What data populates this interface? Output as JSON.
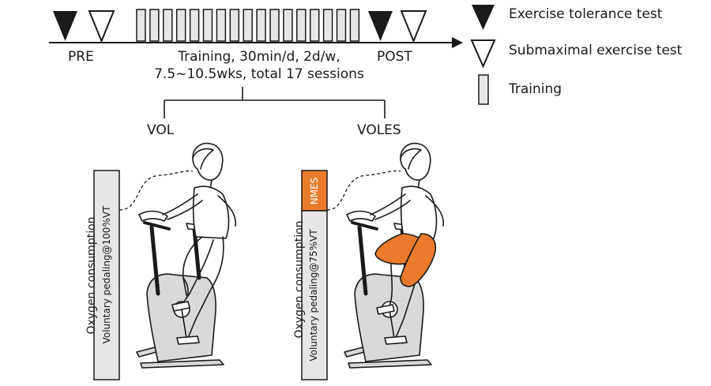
{
  "timeline": {
    "pre_label": "PRE",
    "post_label": "POST",
    "training_caption_line1": "Training, 30min/d, 2d/w,",
    "training_caption_line2": "7.5~10.5wks, total 17 sessions"
  },
  "legend": {
    "exercise_tolerance": "Exercise tolerance test",
    "submaximal": "Submaximal exercise test",
    "training": "Training"
  },
  "groups": {
    "vol": {
      "label": "VOL",
      "oxygen_label": "Oxygen consumption",
      "bar_label": "Voluntary  pedaling@100%VT"
    },
    "voles": {
      "label": "VOLES",
      "oxygen_label": "Oxygen consumption",
      "bar_label": "Voluntary  pedaling@75%VT",
      "nmes_label": "NMES"
    }
  },
  "colors": {
    "accent_orange": "#ea7a2c",
    "bar_gray": "#e6e6e6",
    "stroke": "#1a1a1a"
  }
}
